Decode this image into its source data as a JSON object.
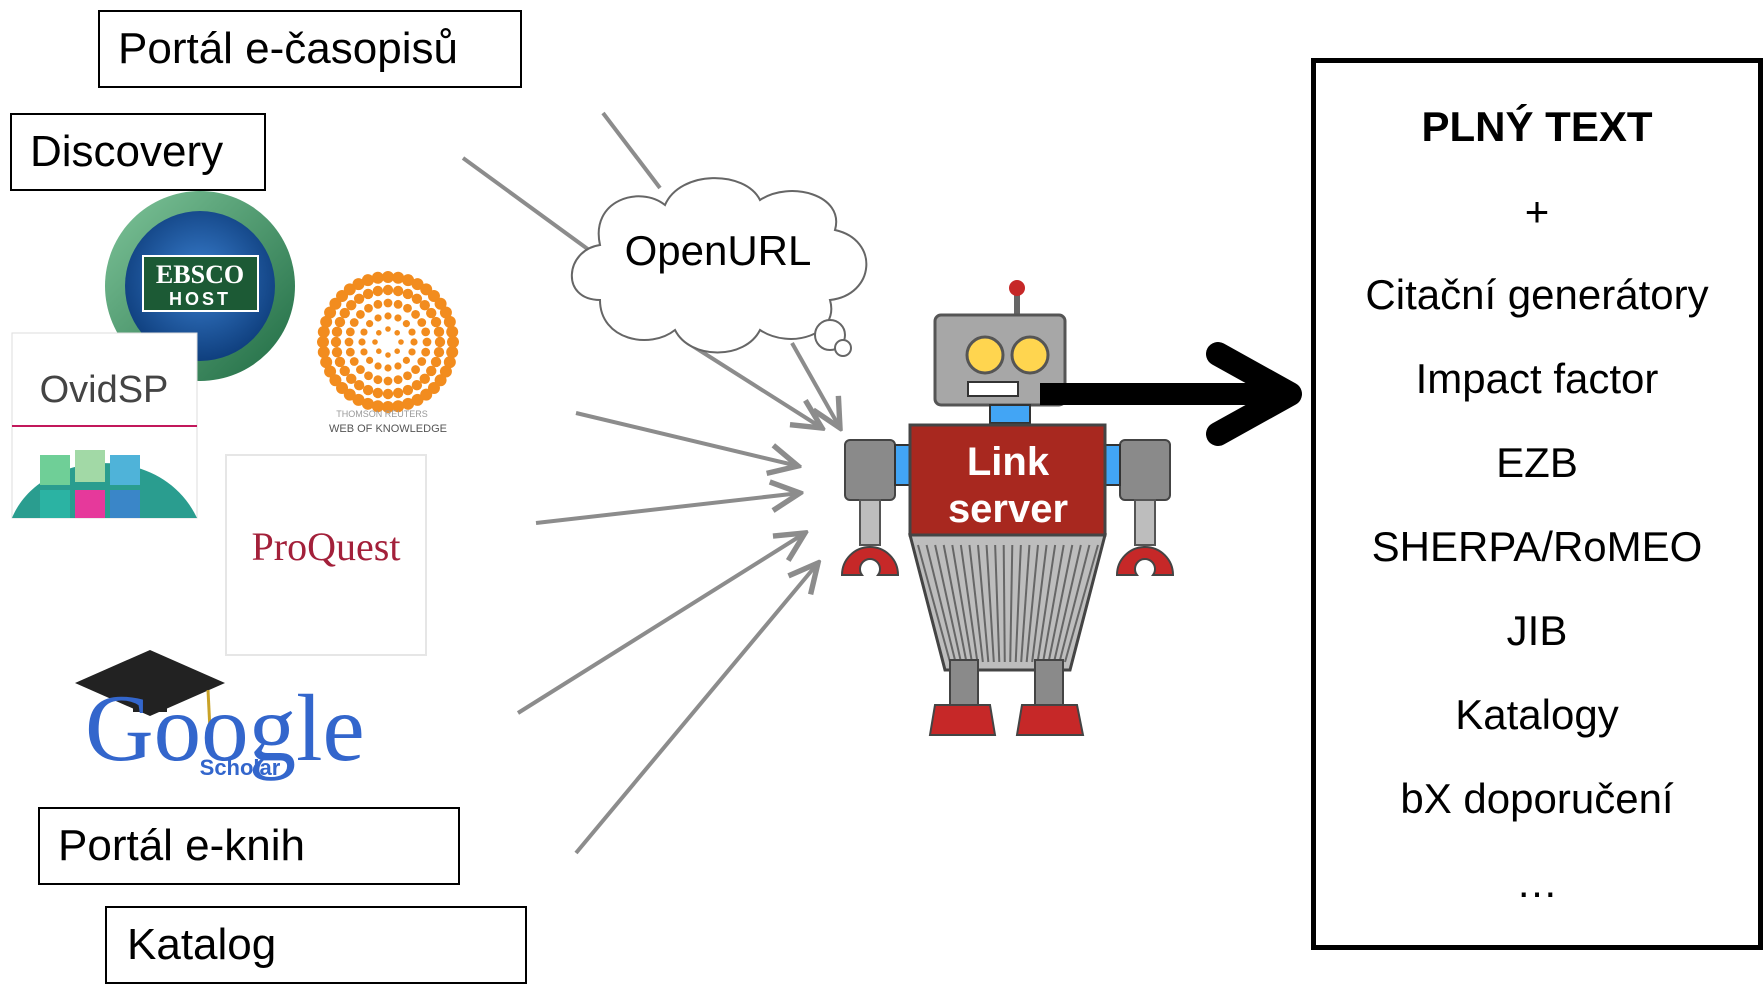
{
  "sources": {
    "portal_ecasopisu": "Portál e-časopisů",
    "discovery": "Discovery",
    "portal_eknih": "Portál e-knih",
    "katalog": "Katalog"
  },
  "logos": {
    "ebsco_top": "EBSCO",
    "ebsco_bottom": "HOST",
    "ovid": "OvidSP",
    "wok_line1": "THOMSON REUTERS",
    "wok_line2": "WEB OF KNOWLEDGE",
    "proquest": "ProQuest",
    "google": "Google",
    "scholar": "Scholar"
  },
  "cloud_label": "OpenURL",
  "robot_label": [
    "Link",
    "server"
  ],
  "output": {
    "title": "PLNÝ TEXT",
    "items": [
      "+",
      "Citační generátory",
      "Impact factor",
      "EZB",
      "SHERPA/RoMEO",
      "JIB",
      "Katalogy",
      "bX doporučení",
      "…"
    ]
  },
  "colors": {
    "arrow_gray": "#8c8c8c",
    "robot_red": "#b32323",
    "robot_gray": "#9e9e9e",
    "ebsco_green": "#2e7d4f",
    "ebsco_blue": "#1f5fa8",
    "wok_orange": "#f28c1e"
  }
}
